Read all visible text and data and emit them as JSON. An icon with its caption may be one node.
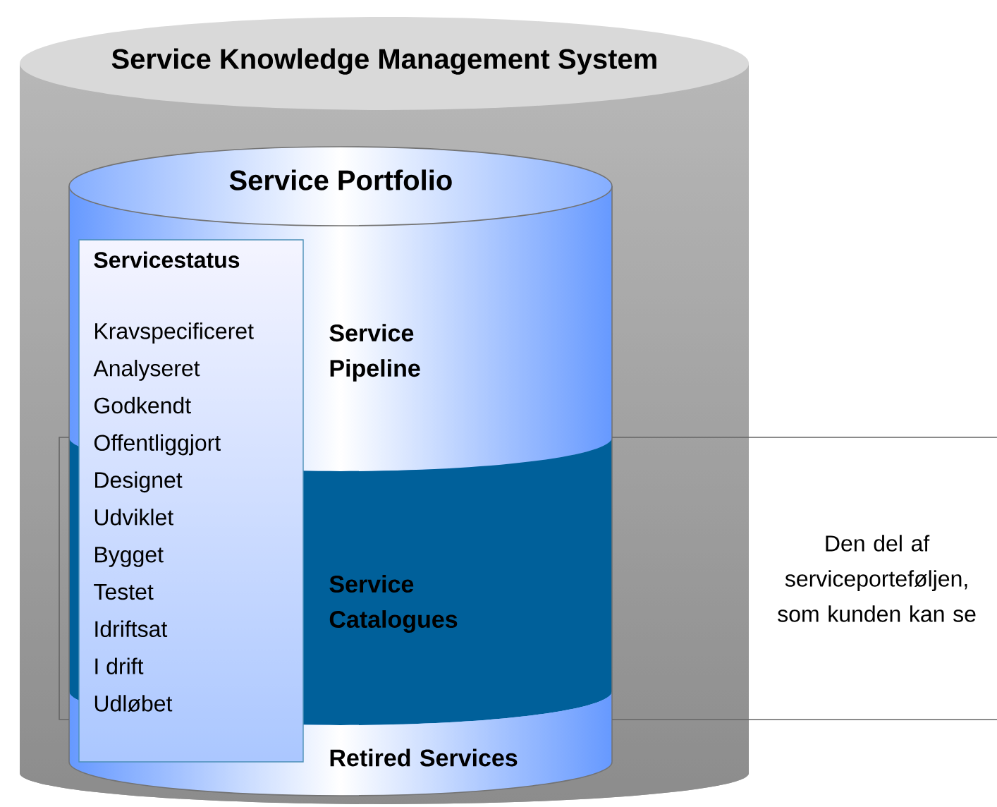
{
  "diagram": {
    "nodes": [
      {
        "text": [
          "Service Knowledge Management System"
        ]
      },
      {
        "text": [
          "Service Portfolio"
        ],
        "in": 0
      },
      {
        "text": [
          "Servicestatus",
          "Kravspecificeret",
          "Analyseret",
          "Godkendt",
          "Offentliggjort",
          "Designet",
          "Udviklet",
          "Bygget",
          "Testet",
          "Idriftsat",
          "I drift",
          "Udløbet"
        ],
        "in": 1
      },
      {
        "text": [
          "Service Pipeline"
        ],
        "in": 1
      },
      {
        "text": [
          "Service Catalogues"
        ],
        "in": 1
      },
      {
        "text": [
          "Retired Services"
        ],
        "in": 1
      }
    ],
    "labels": [
      "Den del af serviceporteføljen, som kunden kan se"
    ]
  }
}
